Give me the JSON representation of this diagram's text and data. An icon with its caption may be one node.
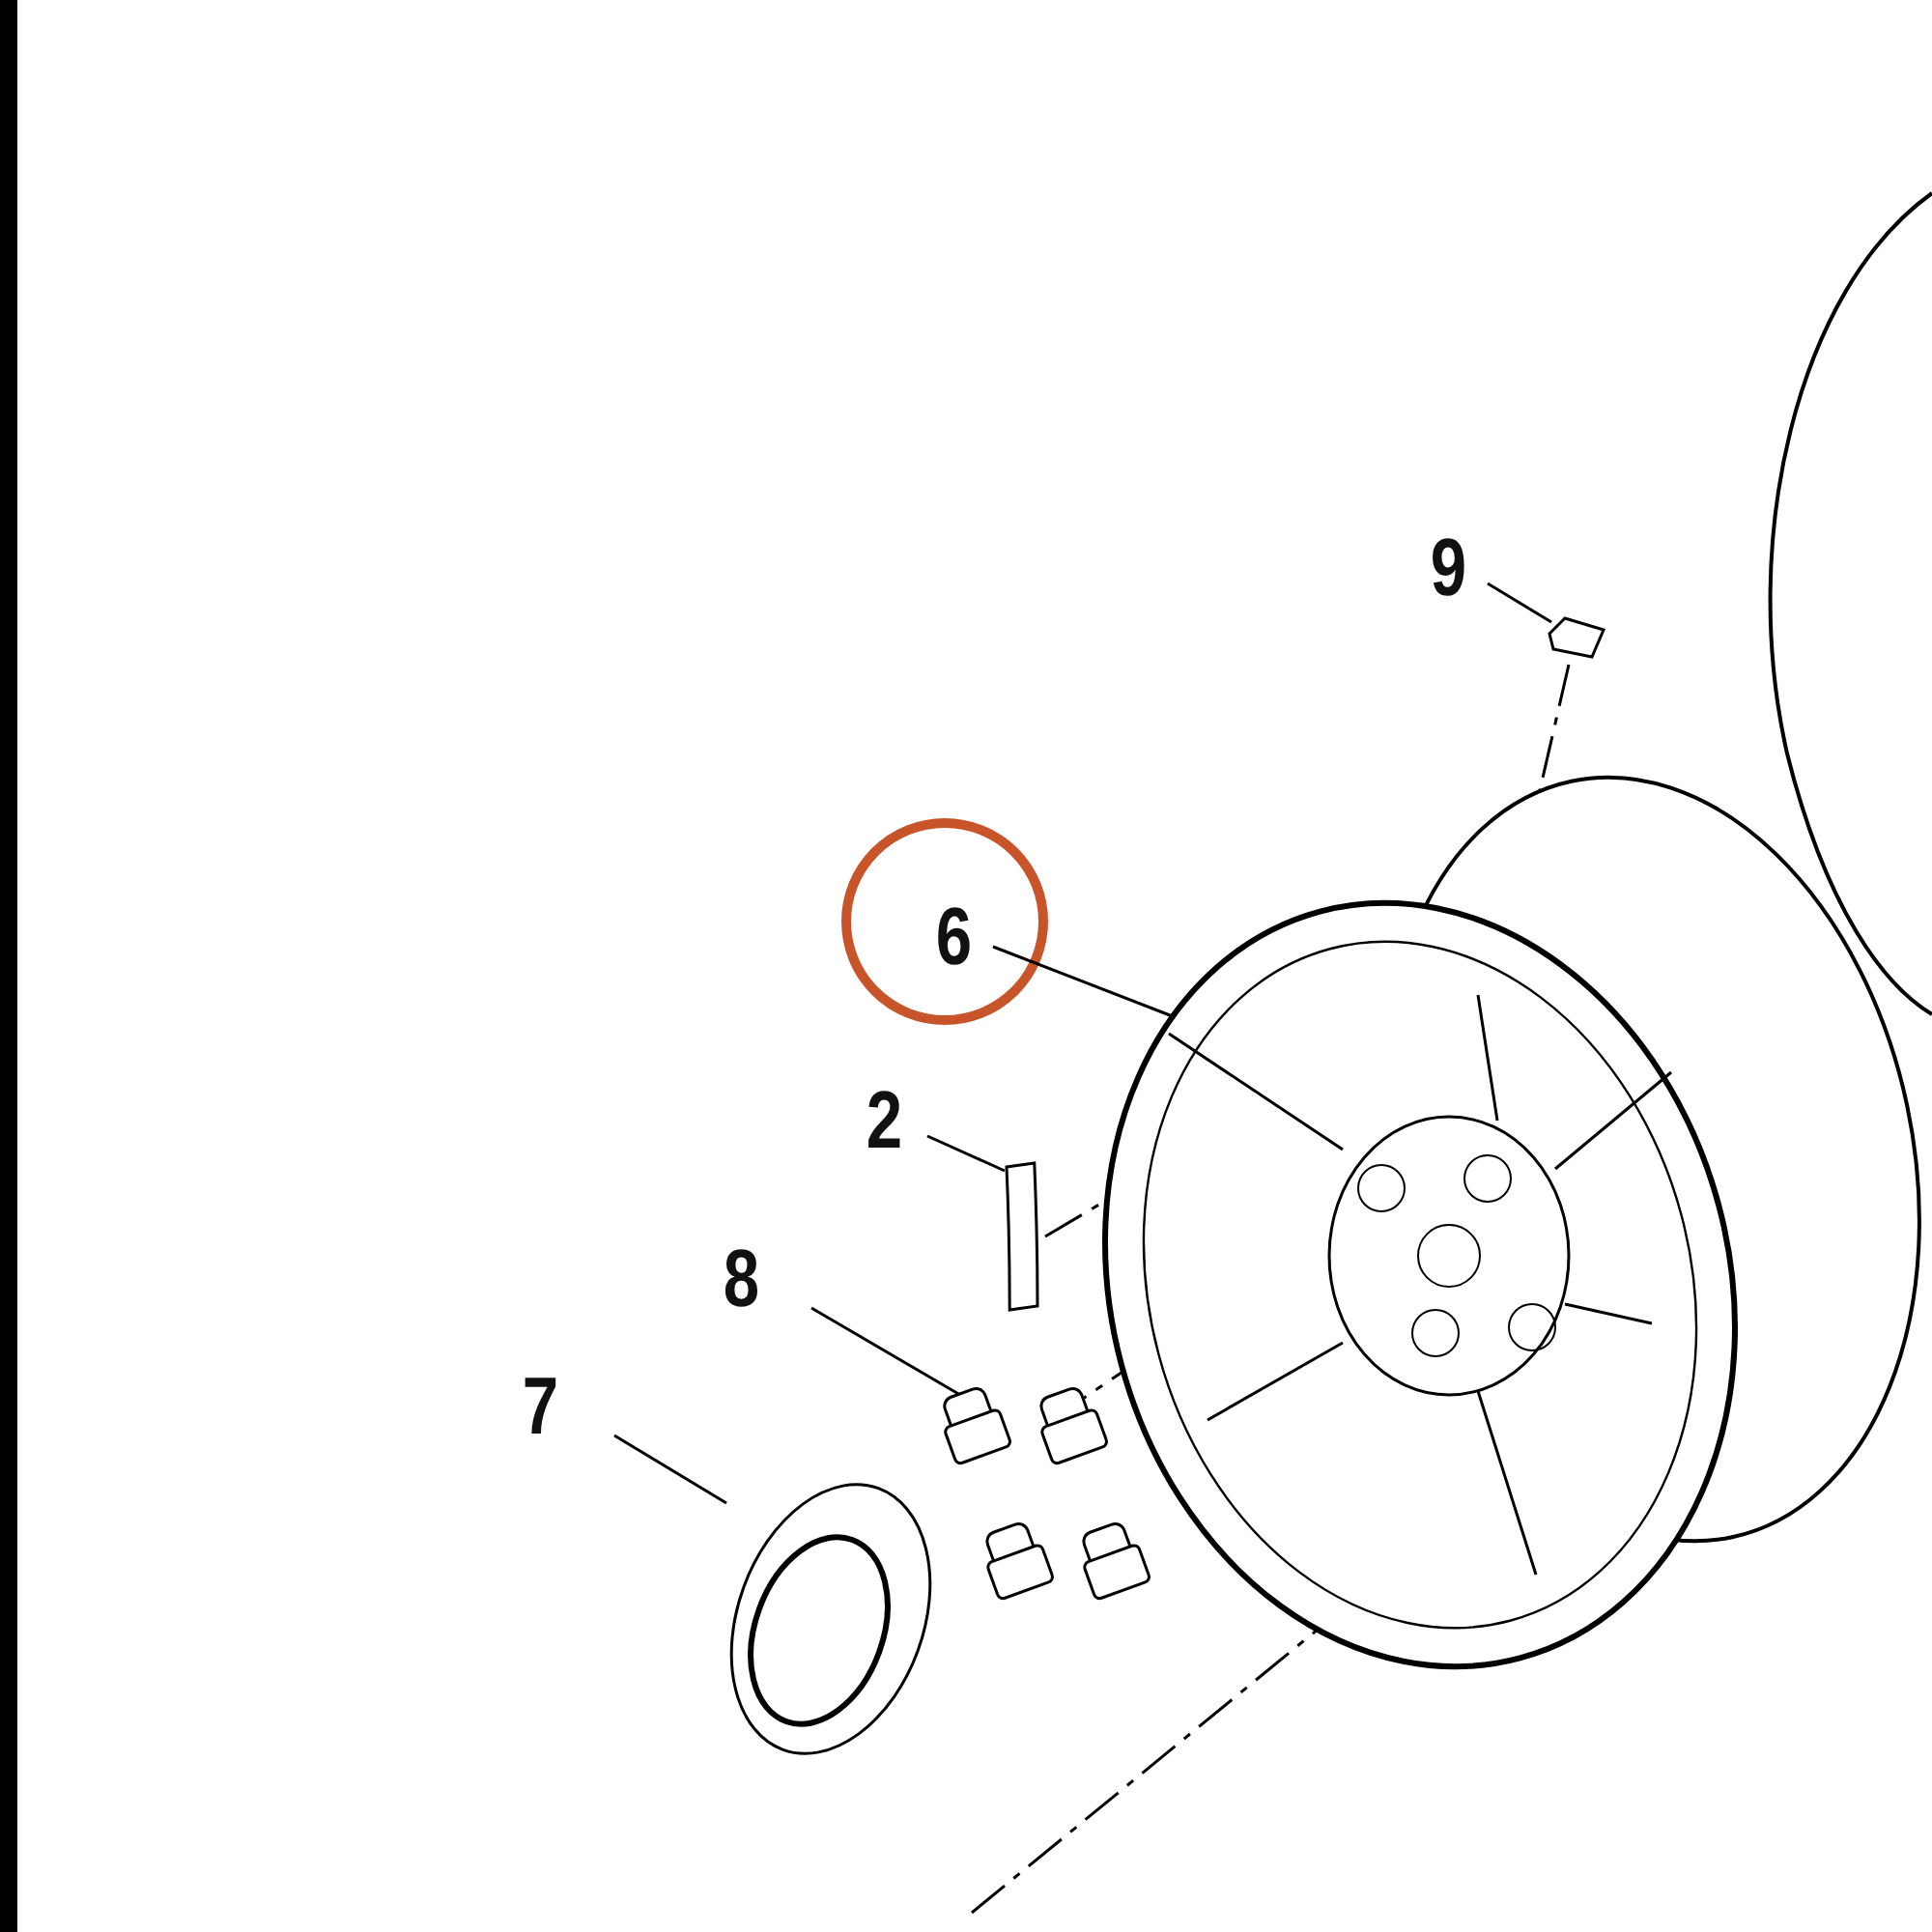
{
  "diagram": {
    "nodes": [
      {
        "text": [
          "9"
        ]
      },
      {
        "text": [],
        "shape": "picture"
      },
      {
        "text": [
          "6"
        ]
      },
      {
        "text": [],
        "shape": "picture"
      },
      {
        "text": [
          "2"
        ]
      },
      {
        "text": [],
        "shape": "box"
      },
      {
        "text": [
          "8"
        ]
      },
      {
        "text": [],
        "shape": "picture"
      },
      {
        "text": [
          "7"
        ]
      },
      {
        "text": [],
        "shape": "picture"
      }
    ],
    "edges": [
      {
        "from": 0,
        "to": 1,
        "arrow": "none"
      },
      {
        "from": 2,
        "to": 3,
        "arrow": "none"
      },
      {
        "from": 4,
        "to": 5,
        "arrow": "none"
      },
      {
        "from": 6,
        "to": 7,
        "arrow": "none"
      },
      {
        "from": 8,
        "to": 9,
        "arrow": "none"
      },
      {
        "from": 1,
        "to": 3,
        "arrow": "none",
        "style": "dashed"
      },
      {
        "from": 5,
        "to": 3,
        "arrow": "none",
        "style": "dashed"
      },
      {
        "from": 7,
        "to": 3,
        "arrow": "none",
        "style": "dashed"
      }
    ]
  }
}
